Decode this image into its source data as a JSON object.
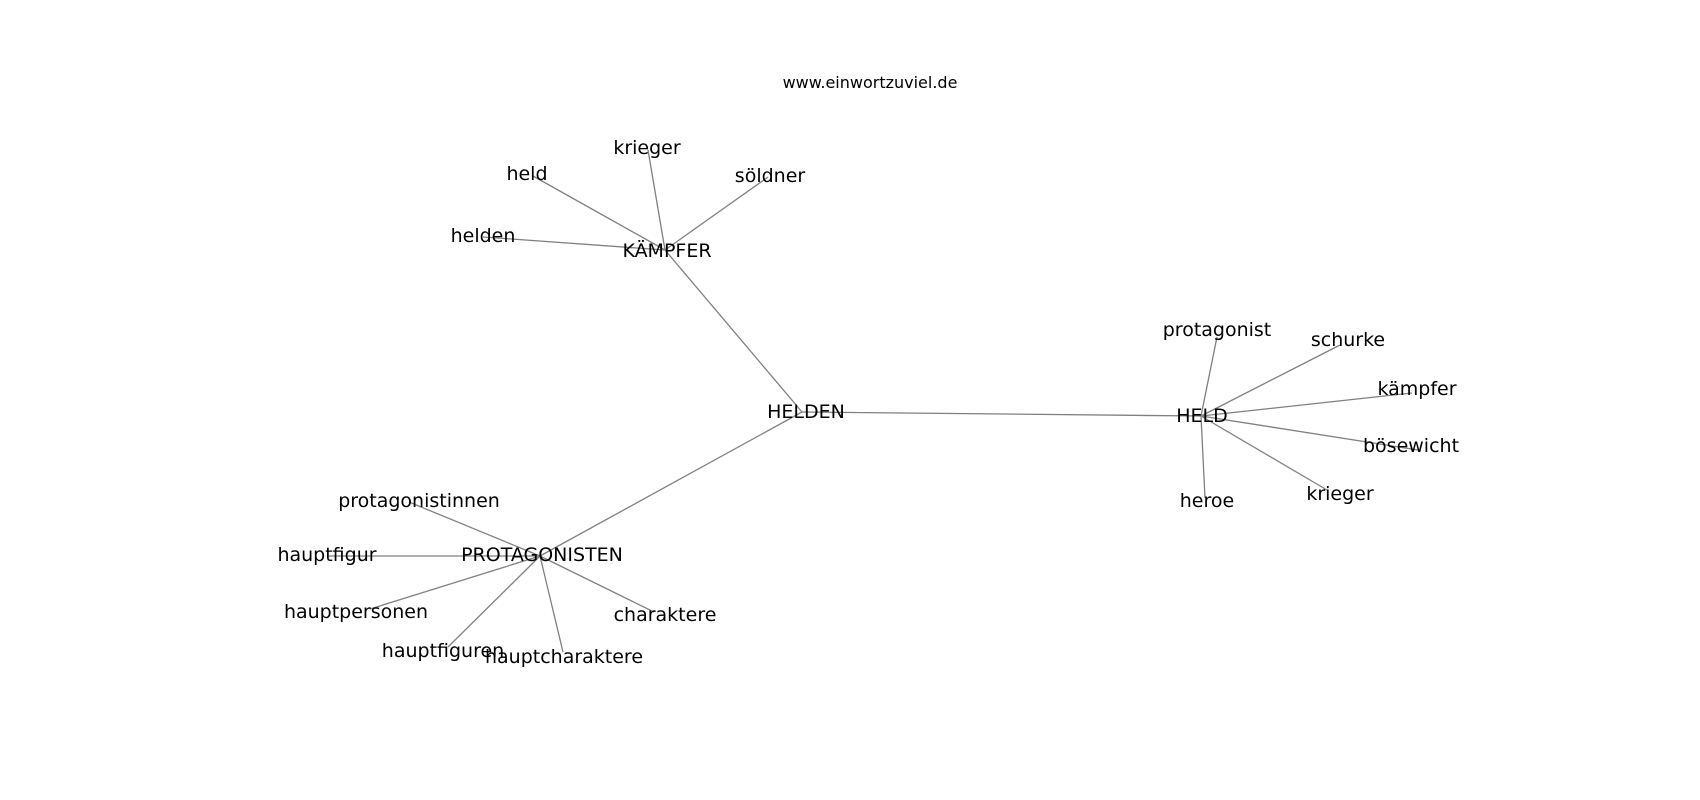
{
  "header": {
    "site_url": "www.einwortzuviel.de"
  },
  "graph": {
    "edge_color": "#808080",
    "label_color": "#000000",
    "background_color": "#ffffff",
    "nodes": [
      {
        "id": "helden",
        "label": "HELDEN"
      },
      {
        "id": "kaempfer_hub",
        "label": "KÄMPFER"
      },
      {
        "id": "held_hub",
        "label": "HELD"
      },
      {
        "id": "protagonisten_hub",
        "label": "PROTAGONISTEN"
      },
      {
        "id": "k_held",
        "label": "held"
      },
      {
        "id": "k_krieger",
        "label": "krieger"
      },
      {
        "id": "k_soeldner",
        "label": "söldner"
      },
      {
        "id": "k_helden",
        "label": "helden"
      },
      {
        "id": "h_protagonist",
        "label": "protagonist"
      },
      {
        "id": "h_schurke",
        "label": "schurke"
      },
      {
        "id": "h_kaempfer",
        "label": "kämpfer"
      },
      {
        "id": "h_boesewicht",
        "label": "bösewicht"
      },
      {
        "id": "h_krieger",
        "label": "krieger"
      },
      {
        "id": "h_heroe",
        "label": "heroe"
      },
      {
        "id": "p_protagonistinnen",
        "label": "protagonistinnen"
      },
      {
        "id": "p_hauptfigur",
        "label": "hauptfigur"
      },
      {
        "id": "p_hauptpersonen",
        "label": "hauptpersonen"
      },
      {
        "id": "p_hauptfiguren",
        "label": "hauptfiguren"
      },
      {
        "id": "p_hauptcharaktere",
        "label": "hauptcharaktere"
      },
      {
        "id": "p_charaktere",
        "label": "charaktere"
      }
    ],
    "edges": [
      [
        "helden",
        "kaempfer_hub"
      ],
      [
        "helden",
        "held_hub"
      ],
      [
        "helden",
        "protagonisten_hub"
      ],
      [
        "kaempfer_hub",
        "k_held"
      ],
      [
        "kaempfer_hub",
        "k_krieger"
      ],
      [
        "kaempfer_hub",
        "k_soeldner"
      ],
      [
        "kaempfer_hub",
        "k_helden"
      ],
      [
        "held_hub",
        "h_protagonist"
      ],
      [
        "held_hub",
        "h_schurke"
      ],
      [
        "held_hub",
        "h_kaempfer"
      ],
      [
        "held_hub",
        "h_boesewicht"
      ],
      [
        "held_hub",
        "h_krieger"
      ],
      [
        "held_hub",
        "h_heroe"
      ],
      [
        "protagonisten_hub",
        "p_protagonistinnen"
      ],
      [
        "protagonisten_hub",
        "p_hauptfigur"
      ],
      [
        "protagonisten_hub",
        "p_hauptpersonen"
      ],
      [
        "protagonisten_hub",
        "p_hauptfiguren"
      ],
      [
        "protagonisten_hub",
        "p_hauptcharaktere"
      ],
      [
        "protagonisten_hub",
        "p_charaktere"
      ]
    ]
  }
}
